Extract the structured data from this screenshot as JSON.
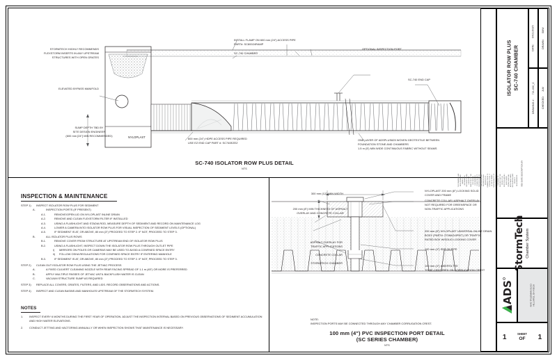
{
  "title_block": {
    "drawing_title_line1": "ISOLATOR ROW PLUS",
    "drawing_title_line2": "SC-740 CHAMBER",
    "date_label": "DATE:",
    "date_value": "04/21/2025",
    "drawn_label": "DRAWN:",
    "drawn_value": "SMW",
    "drawing_no_label": "DRAWING #:",
    "drawing_no_value": "721-630_C",
    "checked_label": "CHECKED:",
    "checked_value": "JLM",
    "revisions_header": "DESCRIPTION",
    "revisions_sub": "REV    DATE    DESCRIPTION    BY",
    "disclaimer": "THIS DRAWING HAS BEEN PREPARED BASED ON INFORMATION PROVIDED TO ADS UNDER THE DIRECTION OF THE SITE DESIGN ENGINEER OR OTHER PROJECT REPRESENTATIVE. THE SITE DESIGN ENGINEER SHALL REVIEW THIS DRAWING PRIOR TO CONSTRUCTION. IT IS THE ULTIMATE RESPONSIBILITY OF THE SITE DESIGN ENGINEER TO ENSURE THAT THE PRODUCT(S) DEPICTED AND ALL ASSOCIATED DETAILS MEET ALL APPLICABLE LAWS, REGULATIONS, AND PROJECT REQUIREMENTS.",
    "brand_name": "StormTech",
    "brand_sub": "Chamber System",
    "ads_logo_text": "ADS",
    "address_line1": "4640 TRUEMAN BLVD",
    "address_line2": "HILLIARD, OH 43026",
    "sheet_label": "SHEET",
    "sheet_of": "OF",
    "sheet_number": "1",
    "sheet_total": "1"
  },
  "main_detail": {
    "title": "SC-740 ISOLATOR ROW PLUS DETAIL",
    "nts": "NTS",
    "callouts": {
      "flexstorm": "STORMTECH HIGHLY RECOMMENDS\nFLEXSTORM INSERTS IN ANY UPSTREAM\nSTRUCTURES WITH OPEN GRATES",
      "bypass_manifold": "ELEVATED BYPASS MANIFOLD",
      "sump_depth": "SUMP DEPTH TBD BY\nSITE DESIGN ENGINEER\n(600 mm [24\"] MIN RECOMMENDED)",
      "nyloplast": "NYLOPLAST",
      "flamp": "INSTALL FLAMP ON 600 mm (24\") ACCESS PIPE\nPART#: SC80024RAMP",
      "sc740_chamber": "SC-740 CHAMBER",
      "optional_port": "OPTIONAL INSPECTION PORT",
      "sc740_end_cap": "SC-740 END CAP",
      "hdpe_access": "600 mm (24\") HDPE ACCESS PIPE REQUIRED\nUSE EZ END CAP PART #: SC740EZEZ",
      "geotextile": "ONE LAYER OF ADSPLUS625 WOVEN GEOTEXTILE BETWEEN\nFOUNDATION STONE AND CHAMBERS\n1.5 m (5') MIN WIDE CONTINUOUS FABRIC WITHOUT SEAMS"
    }
  },
  "pvc_detail": {
    "title_line1": "100 mm (4\") PVC INSPECTION PORT DETAIL",
    "title_line2": "(SC SERIES CHAMBER)",
    "nts": "NTS",
    "note_label": "NOTE:",
    "note_text": "INSPECTION PORTS MAY BE CONNECTED THROUGH ANY CHAMBER CORRUGATION CREST.",
    "callouts": {
      "min_width": "300 mm (12\") MIN WIDTH",
      "asphalt_thickness": "200 mm (8\") MIN THICKNESS OF ASPHALT\nOVERLAY AND CONCRETE COLLAR",
      "asphalt_overlay": "ASPHALT OVERLAY FOR\nTRAFFIC APPLICATIONS",
      "concrete_collar": "CONCRETE COLLAR",
      "stormtech_chamber": "STORMTECH CHAMBER",
      "nyloplast_cover": "NYLOPLAST 200 mm (8\") LOCKING SOLID\nCOVER AND FRAME",
      "collar_not_required": "CONCRETE COLLAR / ASPHALT OVERLAY\nNOT REQUIRED FOR GREENSPACE OR\nNON-TRAFFIC APPLICATIONS",
      "inline_drain_body": "200 mm (8\") NYLOPLAST UNIVERSAL INLINE DRAIN\nBODY (PART#: 2708AG4IPKIT) OR TRAFFIC\nRATED BOX W/SOLID LOCKING COVER",
      "sdr35_pipe": "100 mm (4\") SDR 35 PIPE",
      "inserta_tee": "100 mm (4\") INSERTA TEE\nTO BE CENTERED ON CORRUGATION CREST"
    }
  },
  "inspection": {
    "heading": "INSPECTION & MAINTENANCE",
    "steps": [
      {
        "key": "STEP 1)",
        "text": "INSPECT ISOLATOR ROW PLUS FOR SEDIMENT",
        "children": [
          {
            "level": "a",
            "key": "A.",
            "text": "INSPECTION PORTS (IF PRESENT)"
          },
          {
            "level": "b",
            "key": "A.1.",
            "text": "REMOVE/OPEN LID ON NYLOPLAST INLINE DRAIN"
          },
          {
            "level": "b",
            "key": "A.2.",
            "text": "REMOVE AND CLEAN FLEXSTORM FILTER IF INSTALLED"
          },
          {
            "level": "b",
            "key": "A.3.",
            "text": "USING A FLASHLIGHT AND STADIA ROD, MEASURE DEPTH OF SEDIMENT AND RECORD ON MAINTENANCE LOG"
          },
          {
            "level": "b",
            "key": "A.4.",
            "text": "LOWER A CAMERA INTO ISOLATOR ROW PLUS FOR VISUAL INSPECTION OF SEDIMENT LEVELS (OPTIONAL)"
          },
          {
            "level": "b",
            "key": "A.5.",
            "text": "IF SEDIMENT IS AT, OR ABOVE, 80 mm (3\") PROCEED TO STEP 2. IF NOT, PROCEED TO STEP 3."
          },
          {
            "level": "a",
            "key": "B.",
            "text": "ALL ISOLATOR PLUS ROWS"
          },
          {
            "level": "b",
            "key": "B.1.",
            "text": "REMOVE COVER FROM STRUCTURE AT UPSTREAM END OF ISOLATOR ROW PLUS"
          },
          {
            "level": "b",
            "key": "B.2.",
            "text": "USING A FLASHLIGHT, INSPECT DOWN THE ISOLATOR ROW PLUS THROUGH OUTLET PIPE"
          },
          {
            "level": "c",
            "key": "i)",
            "text": "MIRRORS ON POLES OR CAMERAS MAY BE USED TO AVOID A CONFINED SPACE ENTRY"
          },
          {
            "level": "c",
            "key": "ii)",
            "text": "FOLLOW OSHA REGULATIONS FOR CONFINED SPACE ENTRY IF ENTERING MANHOLE"
          },
          {
            "level": "b",
            "key": "B.3.",
            "text": "IF SEDIMENT IS AT, OR ABOVE, 80 mm (3\") PROCEED TO STEP 2. IF NOT, PROCEED TO STEP 3."
          }
        ]
      },
      {
        "key": "STEP 2)",
        "text": "CLEAN OUT ISOLATOR ROW PLUS USING THE JETVAC PROCESS",
        "children": [
          {
            "level": "a",
            "key": "A.",
            "text": "A FIXED CULVERT CLEANING NOZZLE WITH REAR FACING SPREAD OF 1.1 m (45\") OR MORE IS PREFERRED"
          },
          {
            "level": "a",
            "key": "B.",
            "text": "APPLY MULTIPLE PASSES OF JETVAC UNTIL BACKFLUSH WATER IS CLEAN"
          },
          {
            "level": "a",
            "key": "C.",
            "text": "VACUUM STRUCTURE SUMP AS REQUIRED"
          }
        ]
      },
      {
        "key": "STEP 3)",
        "text": "REPLACE ALL COVERS, GRATES, FILTERS, AND LIDS. RECORD OBSERVATIONS AND ACTIONS.",
        "children": []
      },
      {
        "key": "STEP 4)",
        "text": "INSPECT AND CLEAN BASINS AND MANHOLES UPSTREAM OF THE STORMTECH SYSTEM.",
        "children": []
      }
    ]
  },
  "notes": {
    "heading": "NOTES",
    "items": [
      {
        "num": "1.",
        "text": "INSPECT EVERY 6 MONTHS DURING THE FIRST YEAR OF OPERATION. ADJUST THE INSPECTION INTERVAL BASED ON PREVIOUS OBSERVATIONS OF SEDIMENT ACCUMULATION AND HIGH WATER ELEVATIONS."
      },
      {
        "num": "2.",
        "text": "CONDUCT JETTING AND VACTORING ANNUALLY OR WHEN INSPECTION SHOWS THAT MAINTENANCE IS NECESSARY."
      }
    ]
  },
  "colors": {
    "line": "#231f20",
    "gray": "#58595b",
    "light": "#d9d9d9",
    "green": "#3ab54a"
  }
}
